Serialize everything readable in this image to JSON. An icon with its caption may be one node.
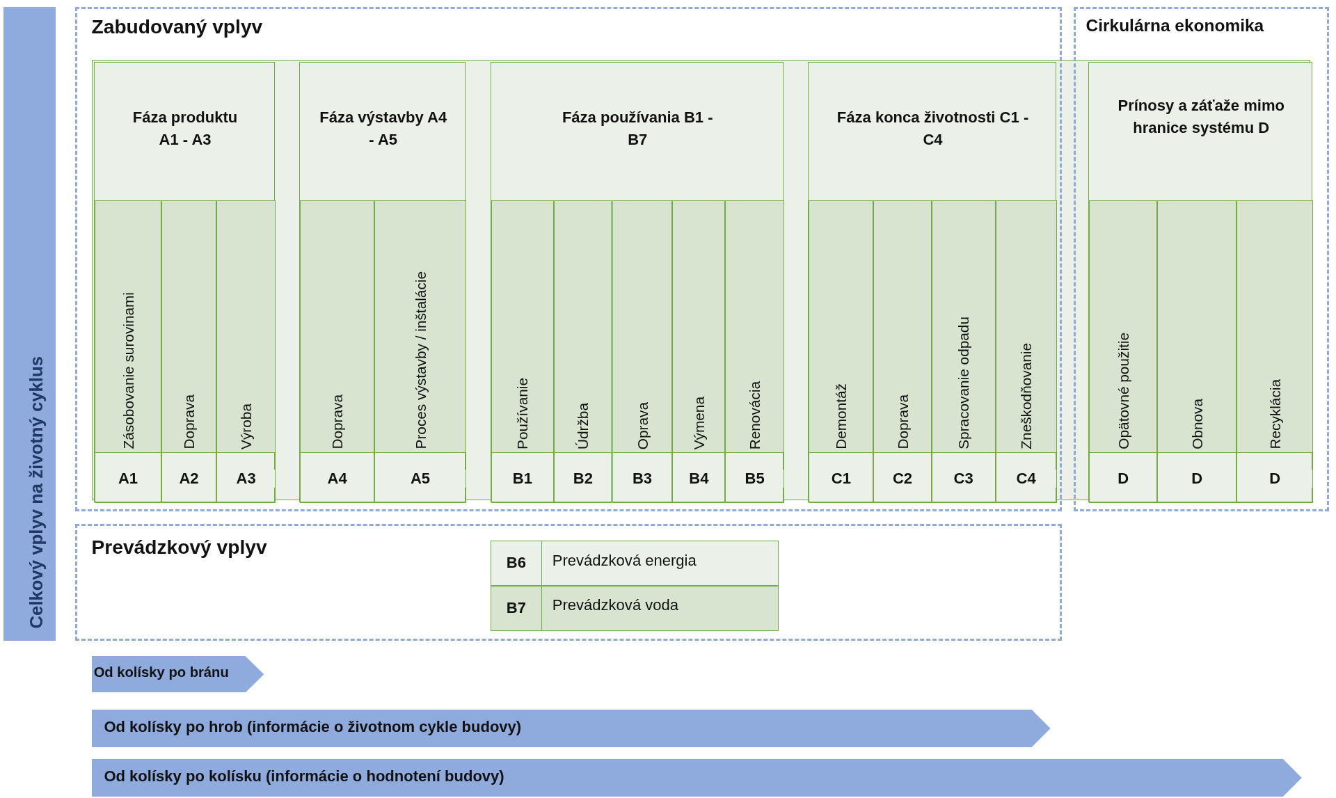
{
  "diagram": {
    "nodes": [
      {
        "text": [
          "Celkový vplyv na životný cyklus"
        ]
      },
      {
        "text": [
          "Zabudovaný vplyv"
        ]
      },
      {
        "text": [
          "Fáza produktu A1 - A3"
        ],
        "in": 1
      },
      {
        "text": [
          "Zásobovanie surovinami",
          "A1"
        ],
        "in": 2
      },
      {
        "text": [
          "Doprava",
          "A2"
        ],
        "in": 2
      },
      {
        "text": [
          "Výroba",
          "A3"
        ],
        "in": 2
      },
      {
        "text": [
          "Fáza výstavby A4 - A5"
        ],
        "in": 1
      },
      {
        "text": [
          "Doprava",
          "A4"
        ],
        "in": 6
      },
      {
        "text": [
          "Proces výstavby / inštalácie",
          "A5"
        ],
        "in": 6
      },
      {
        "text": [
          "Fáza používania B1 - B7"
        ],
        "in": 1
      },
      {
        "text": [
          "Používanie",
          "B1"
        ],
        "in": 9
      },
      {
        "text": [
          "Údržba",
          "B2"
        ],
        "in": 9
      },
      {
        "text": [
          "Oprava",
          "B3"
        ],
        "in": 9
      },
      {
        "text": [
          "Výmena",
          "B4"
        ],
        "in": 9
      },
      {
        "text": [
          "Renovácia",
          "B5"
        ],
        "in": 9
      },
      {
        "text": [
          "Fáza konca životnosti C1 - C4"
        ],
        "in": 1
      },
      {
        "text": [
          "Demontáž",
          "C1"
        ],
        "in": 15
      },
      {
        "text": [
          "Doprava",
          "C2"
        ],
        "in": 15
      },
      {
        "text": [
          "Spracovanie odpadu",
          "C3"
        ],
        "in": 15
      },
      {
        "text": [
          "Zneškodňovanie",
          "C4"
        ],
        "in": 15
      },
      {
        "text": [
          "Cirkulárna ekonomika"
        ]
      },
      {
        "text": [
          "Prínosy a záťaže mimo hranice systému D"
        ],
        "in": 20
      },
      {
        "text": [
          "Opätovné použitie",
          "D"
        ],
        "in": 21
      },
      {
        "text": [
          "Obnova",
          "D"
        ],
        "in": 21
      },
      {
        "text": [
          "Recyklácia",
          "D"
        ],
        "in": 21
      },
      {
        "text": [
          "Prevádzkový vplyv"
        ]
      },
      {
        "text": [
          "B6",
          "Prevádzková energia"
        ],
        "in": 25
      },
      {
        "text": [
          "B7",
          "Prevádzková voda"
        ],
        "in": 25
      },
      {
        "text": [
          "Od kolísky po bránu"
        ]
      },
      {
        "text": [
          "Od kolísky po hrob (informácie o životnom cykle budovy)"
        ]
      },
      {
        "text": [
          "Od kolísky po kolísku (informácie o hodnotení budovy)"
        ]
      }
    ]
  }
}
